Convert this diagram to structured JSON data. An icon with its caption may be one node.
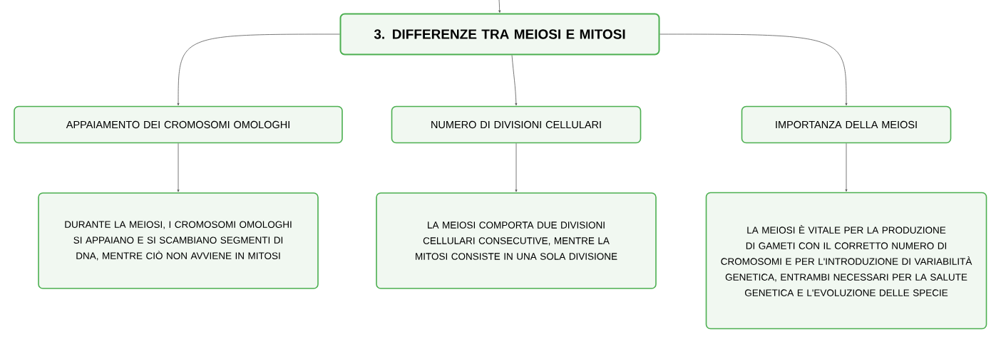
{
  "diagram": {
    "nodes": [
      {
        "text": [
          "3. DIFFERENZE TRA MEIOSI E MITOSI"
        ]
      },
      {
        "text": [
          "APPAIAMENTO DEI CROMOSOMI OMOLOGHI"
        ]
      },
      {
        "text": [
          "NUMERO DI DIVISIONI CELLULARI"
        ]
      },
      {
        "text": [
          "IMPORTANZA DELLA MEIOSI"
        ]
      },
      {
        "text": [
          "DURANTE LA MEIOSI, I CROMOSOMI OMOLOGHI SI APPAIANO E SI SCAMBIANO SEGMENTI DI DNA, MENTRE CIÒ NON AVVIENE IN MITOSI"
        ]
      },
      {
        "text": [
          "LA MEIOSI COMPORTA DUE DIVISIONI CELLULARI CONSECUTIVE, MENTRE LA MITOSI CONSISTE IN UNA SOLA DIVISIONE"
        ]
      },
      {
        "text": [
          "LA MEIOSI È VITALE PER LA PRODUZIONE DI GAMETI CON IL CORRETTO NUMERO DI CROMOSOMI E PER L'INTRODUZIONE DI VARIABILITÀ GENETICA, ENTRAMBI NECESSARI PER LA SALUTE GENETICA E L'EVOLUZIONE DELLE SPECIE"
        ]
      }
    ],
    "edges": [
      {
        "from": null,
        "to": 0,
        "arrow": "to"
      },
      {
        "from": 0,
        "to": 1,
        "arrow": "to"
      },
      {
        "from": 0,
        "to": 2,
        "arrow": "to"
      },
      {
        "from": 0,
        "to": 3,
        "arrow": "to"
      },
      {
        "from": 1,
        "to": 4,
        "arrow": "to"
      },
      {
        "from": 2,
        "to": 5,
        "arrow": "to"
      },
      {
        "from": 3,
        "to": 6,
        "arrow": "to"
      }
    ]
  }
}
